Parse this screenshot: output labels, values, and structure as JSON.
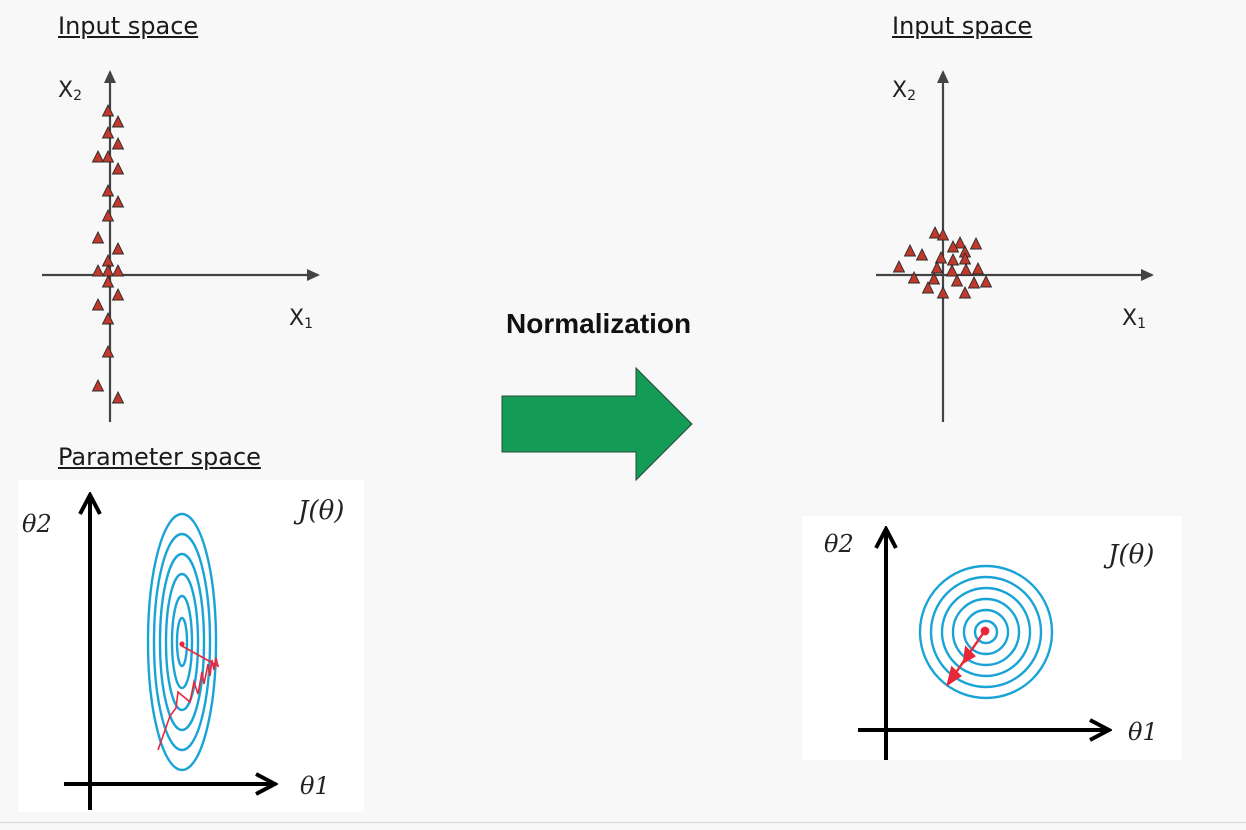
{
  "left": {
    "input_heading": "Input space",
    "x2_base": "X",
    "x2_sub": "2",
    "x1_base": "X",
    "x1_sub": "1",
    "parameter_heading": "Parameter space",
    "param_ylabel": "θ2",
    "param_xlabel": "θ1",
    "param_title": "J(θ)"
  },
  "right": {
    "input_heading": "Input space",
    "x2_base": "X",
    "x2_sub": "2",
    "x1_base": "X",
    "x1_sub": "1",
    "param_ylabel": "θ2",
    "param_xlabel": "θ1",
    "param_title": "J(θ)"
  },
  "center": {
    "label": "Normalization"
  },
  "colors": {
    "arrow_fill": "#149b55",
    "marker_fill": "#c0392b",
    "contour": "#1aa3d6",
    "descent_path": "#e8273a"
  }
}
